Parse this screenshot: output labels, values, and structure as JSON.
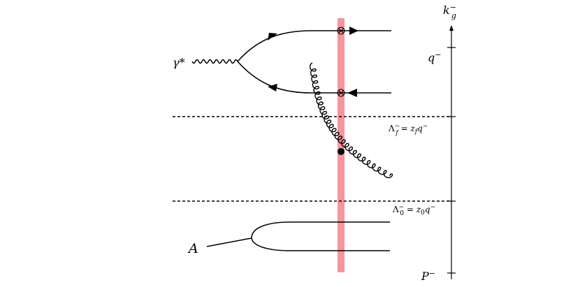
{
  "labels": {
    "photon": "γ*",
    "nucleus": "A",
    "axis_title": "k",
    "axis_title_sub": "g",
    "axis_title_sup": "−",
    "tick_q": "q",
    "tick_q_sup": "−",
    "tick_P": "P",
    "tick_P_sup": "−",
    "lambda_f_lhs": "Λ",
    "lambda_f_sub": "f",
    "lambda_f_rhs": "= z",
    "lambda_f_rhs_sub": "f",
    "lambda_f_q": "q",
    "lambda_0_lhs": "Λ",
    "lambda_0_sub": "0",
    "lambda_0_rhs": "= z",
    "lambda_0_rhs_sub": "0",
    "lambda_0_q": "q",
    "sup_minus": "−"
  },
  "colors": {
    "shockwave": "#f6959b",
    "line": "#000000"
  }
}
